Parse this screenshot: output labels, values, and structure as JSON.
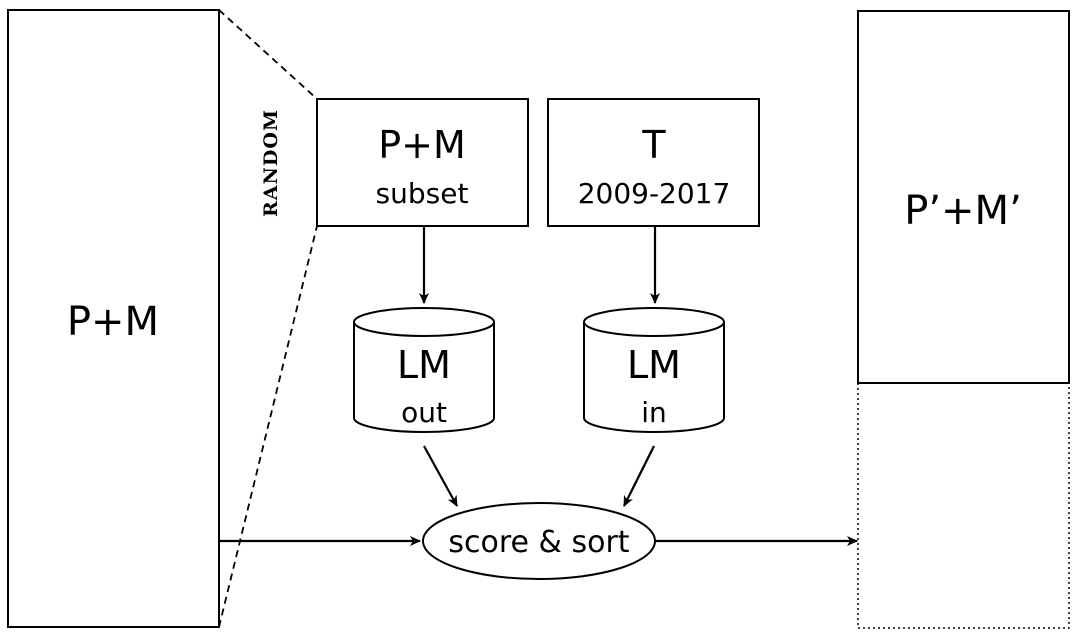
{
  "source_box": {
    "label": "P+M"
  },
  "random_label": "RANDOM",
  "subset_box": {
    "title": "P+M",
    "subtitle": "subset"
  },
  "target_box": {
    "title": "T",
    "subtitle": "2009-2017"
  },
  "lm_out": {
    "title": "LM",
    "subtitle": "out"
  },
  "lm_in": {
    "title": "LM",
    "subtitle": "in"
  },
  "score_node": {
    "label": "score & sort"
  },
  "output_box": {
    "label": "P’+M’"
  }
}
